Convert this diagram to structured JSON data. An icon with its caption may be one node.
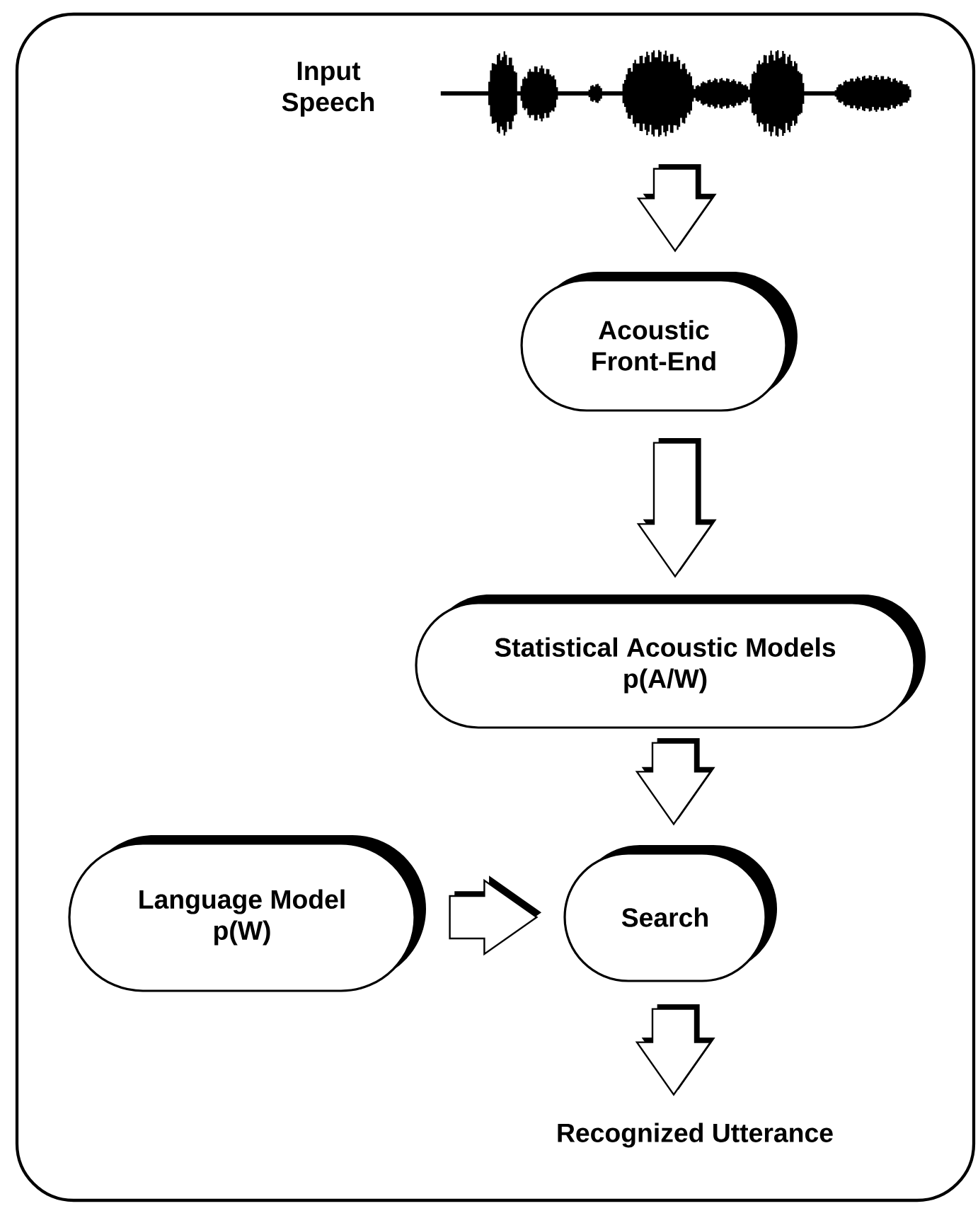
{
  "diagram": {
    "nodes": [
      {
        "text": [],
        "shape": "picture",
        "beside": [
          "Input Speech"
        ]
      },
      {
        "text": [
          "Acoustic Front-End"
        ]
      },
      {
        "text": [
          "Statistical Acoustic Models",
          "p(A/W)"
        ]
      },
      {
        "text": [
          "Language Model",
          "p(W)"
        ]
      },
      {
        "text": [
          "Search"
        ]
      },
      {
        "text": [
          "Recognized Utterance"
        ]
      }
    ],
    "edges": [
      {
        "from": 0,
        "to": 1,
        "arrow": "to"
      },
      {
        "from": 1,
        "to": 2,
        "arrow": "to"
      },
      {
        "from": 2,
        "to": 4,
        "arrow": "to"
      },
      {
        "from": 3,
        "to": 4,
        "arrow": "to"
      },
      {
        "from": 4,
        "to": 5,
        "arrow": "to"
      }
    ]
  }
}
